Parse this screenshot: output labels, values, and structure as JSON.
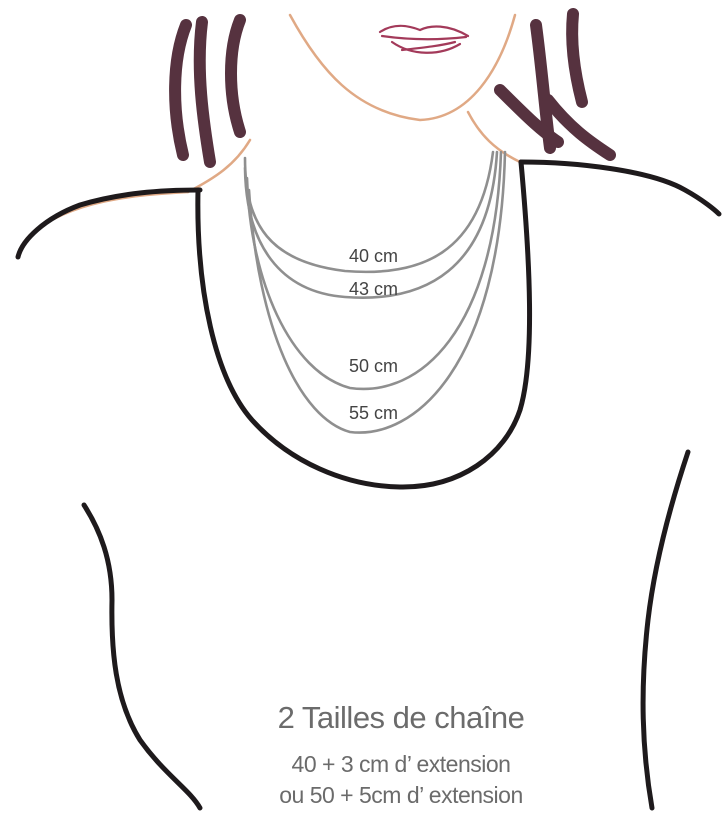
{
  "colors": {
    "outline": "#1e1a1c",
    "skin": "#e0a985",
    "hair": "#56323f",
    "lips": "#a33a5a",
    "chain": "#8f8f8f",
    "label_text": "#444444",
    "caption_text": "#6b6b6b",
    "background": "#ffffff"
  },
  "chains": [
    {
      "label": "40 cm"
    },
    {
      "label": "43 cm"
    },
    {
      "label": "50 cm"
    },
    {
      "label": "55 cm"
    }
  ],
  "caption": {
    "title": "2 Tailles de chaîne",
    "line1": "40 + 3 cm d’ extension",
    "line2": "ou 50 + 5cm d’ extension"
  }
}
